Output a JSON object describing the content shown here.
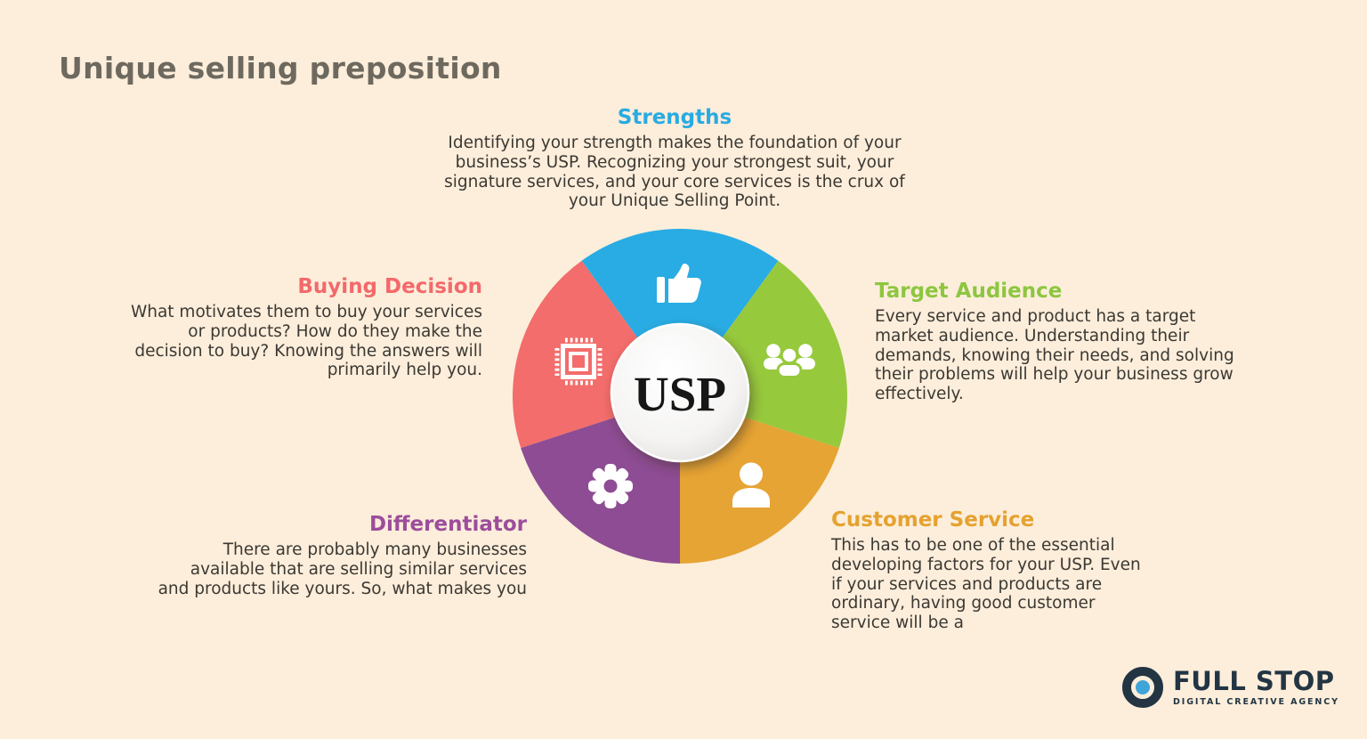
{
  "title": "Unique selling preposition",
  "wheel": {
    "center_label": "USP",
    "segments": [
      {
        "name": "strengths",
        "color": "#29ACE3",
        "icon": "thumbs-up-icon",
        "position": "top"
      },
      {
        "name": "target-audience",
        "color": "#97C93D",
        "icon": "group-icon",
        "position": "right"
      },
      {
        "name": "customer-service",
        "color": "#E6A434",
        "icon": "person-icon",
        "position": "bottom-right"
      },
      {
        "name": "differentiator",
        "color": "#8D4C93",
        "icon": "gear-icon",
        "position": "bottom-left"
      },
      {
        "name": "buying-decision",
        "color": "#F26D6B",
        "icon": "chip-icon",
        "position": "left"
      }
    ]
  },
  "sections": {
    "strengths": {
      "title": "Strengths",
      "body": "Identifying your strength makes the foundation of your business’s USP. Recognizing your strongest suit, your signature services, and your core services is the crux of your Unique Selling Point.",
      "color": "#29ABE2"
    },
    "buying_decision": {
      "title": "Buying Decision",
      "body": "What motivates them to buy your services or products? How do they make the decision to buy? Knowing the answers will primarily help you.",
      "color": "#F3696B"
    },
    "target_audience": {
      "title": "Target Audience",
      "body": "Every service and product has a target market audience. Understanding their demands, knowing their needs, and solving their problems will help your business grow effectively.",
      "color": "#8DC63F"
    },
    "customer_service": {
      "title": "Customer Service",
      "body": "This has to be one of the essential developing factors for your USP. Even if your services and products are ordinary, having good customer service will be a",
      "color": "#E5A230"
    },
    "differentiator": {
      "title": "Differentiator",
      "body": "There are probably many businesses available that are selling similar services and products like yours. So, what makes you",
      "color": "#9C4D9B"
    }
  },
  "logo": {
    "name": "FULL STOP",
    "tagline": "DIGITAL CREATIVE AGENCY",
    "mark_ring_color": "#233543",
    "mark_dot_color": "#3FA5D9"
  },
  "colors": {
    "background": "#FCEEDB",
    "heading_text": "#6E695E",
    "body_text": "#3C3833"
  }
}
